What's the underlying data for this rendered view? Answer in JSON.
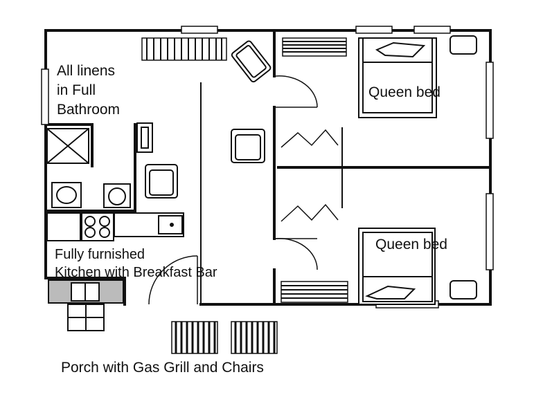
{
  "labels": {
    "linens": [
      "All linens",
      "in Full",
      "Bathroom"
    ],
    "bedroom_1": "Queen bed",
    "bedroom_2": "Queen bed",
    "kitchen": [
      "Fully furnished",
      "Kitchen with Breakfast Bar"
    ],
    "porch": "Porch with Gas Grill and Chairs"
  },
  "colors": {
    "wall": "#111111",
    "counter": "#bbbbbb",
    "fill": "#ffffff"
  }
}
